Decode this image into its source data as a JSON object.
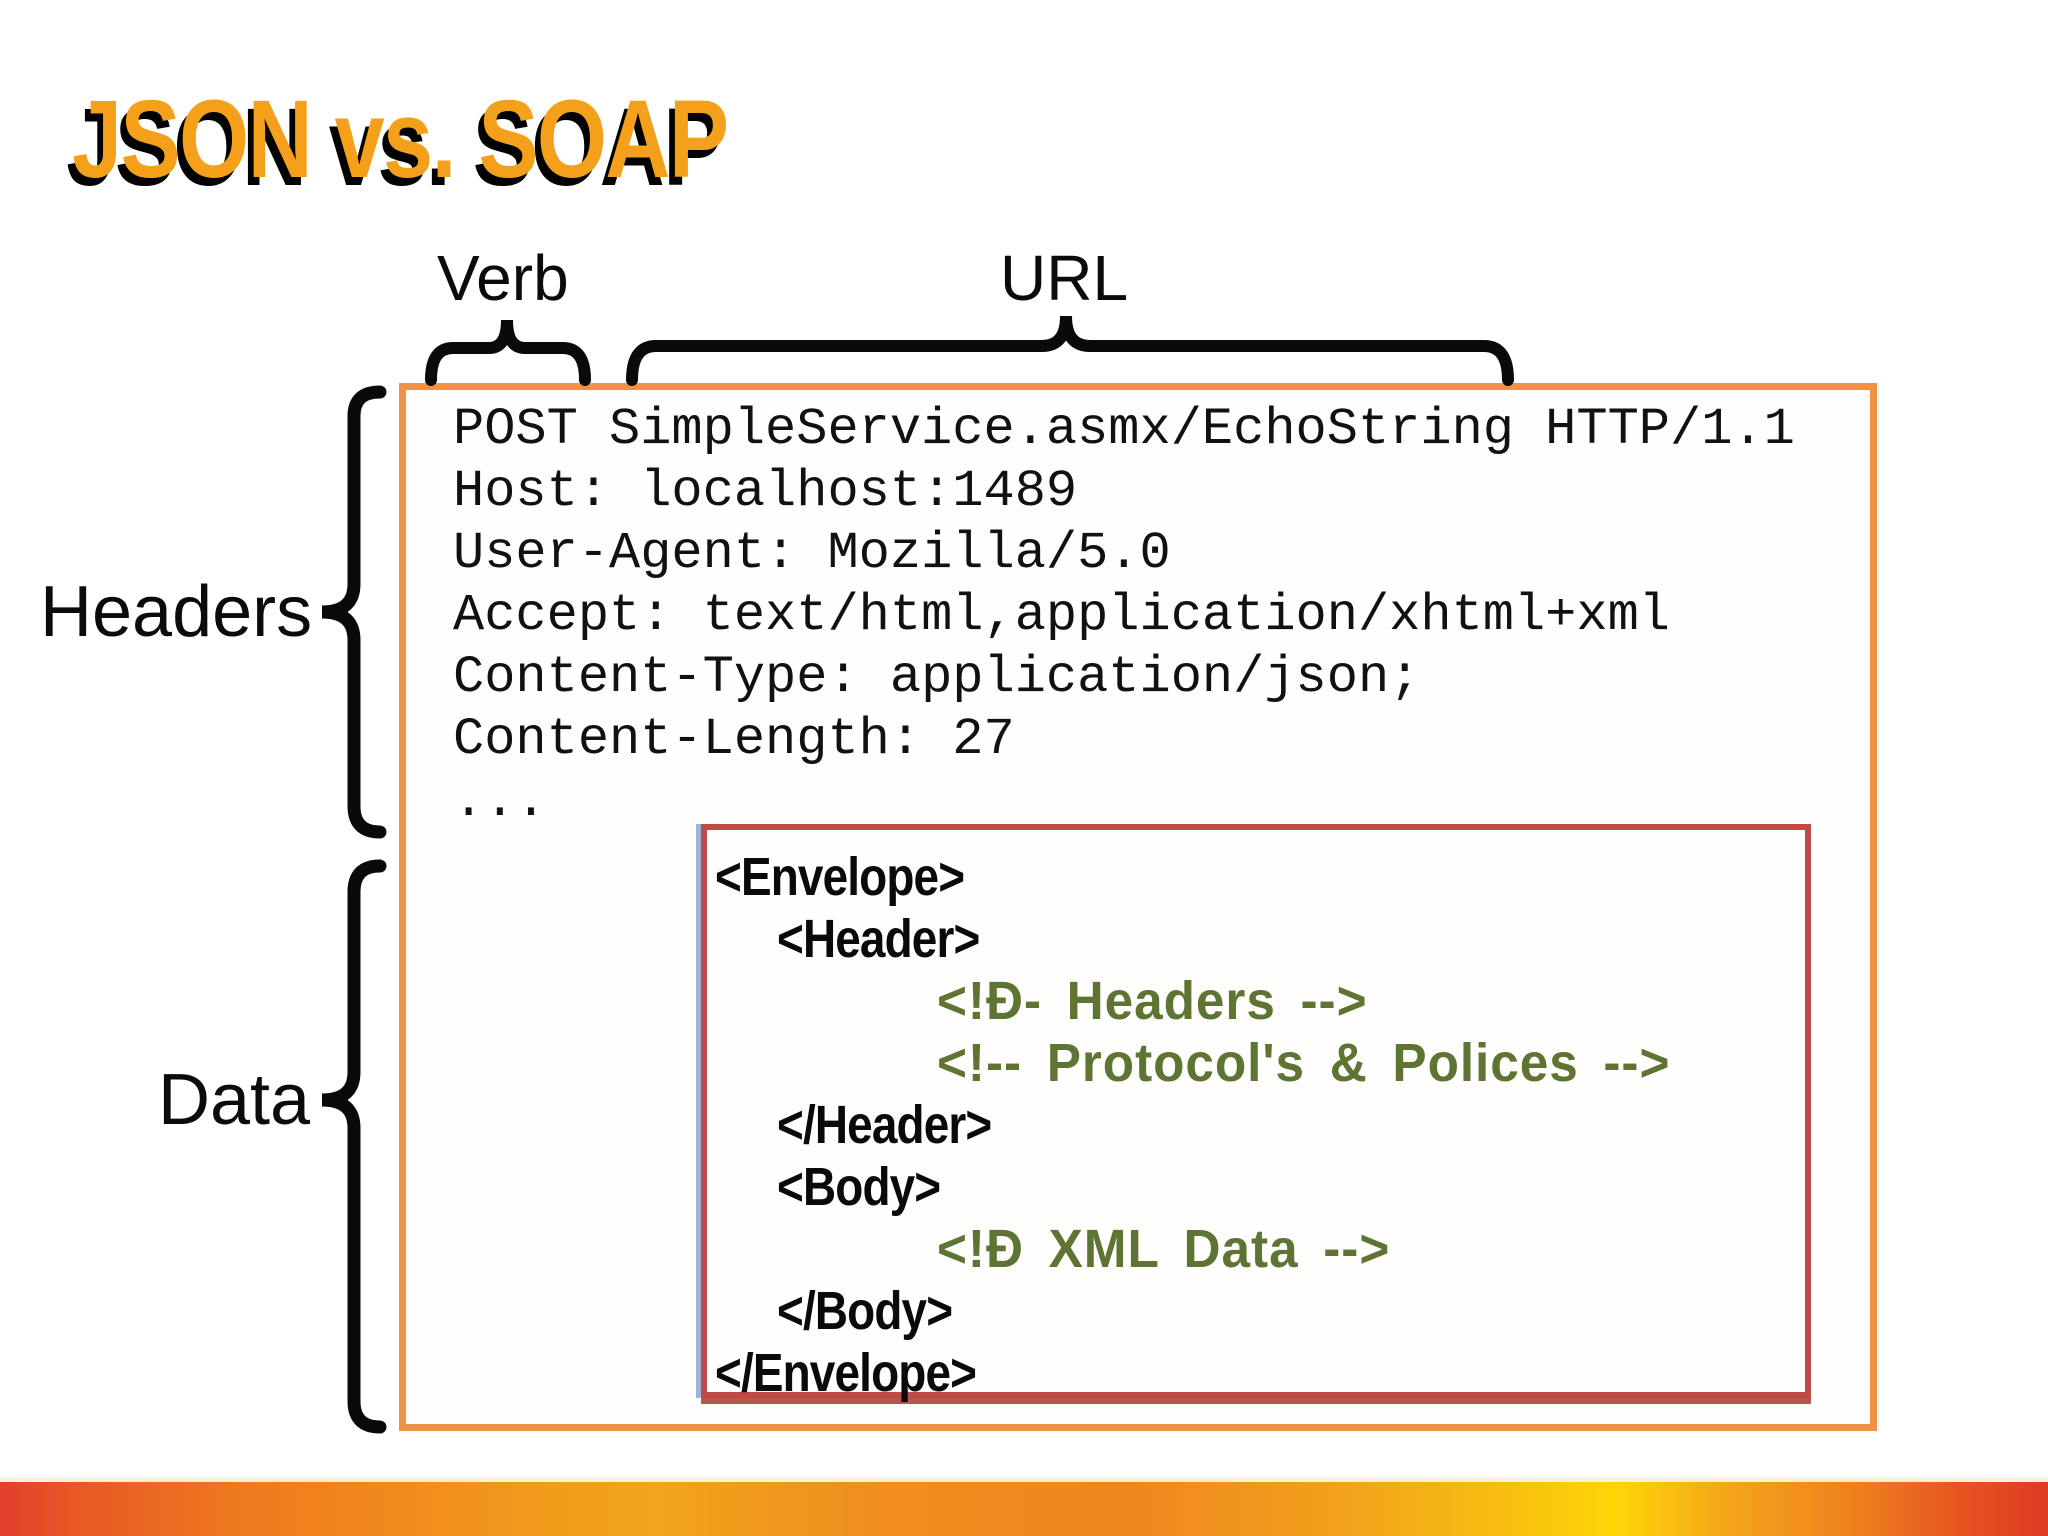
{
  "slide": {
    "title": "JSON vs. SOAP"
  },
  "annotations": {
    "verb_label": "Verb",
    "url_label": "URL",
    "headers_label": "Headers",
    "data_label": "Data"
  },
  "http_request": {
    "lines": [
      "POST SimpleService.asmx/EchoString HTTP/1.1",
      "Host: localhost:1489",
      "User-Agent: Mozilla/5.0",
      "Accept: text/html,application/xhtml+xml",
      "Content-Type: application/json;",
      "Content-Length: 27",
      "..."
    ]
  },
  "soap_envelope": {
    "lines": [
      {
        "text": "<Envelope>",
        "type": "tag",
        "indent": 0
      },
      {
        "text": "<Header>",
        "type": "tag",
        "indent": 1
      },
      {
        "text": "<!Ð- Headers -->",
        "type": "comment",
        "indent": 2
      },
      {
        "text": "<!-- Protocol's & Polices -->",
        "type": "comment",
        "indent": 2
      },
      {
        "text": "</Header>",
        "type": "tag",
        "indent": 1
      },
      {
        "text": "<Body>",
        "type": "tag",
        "indent": 1
      },
      {
        "text": "<!Ð XML Data -->",
        "type": "comment",
        "indent": 2
      },
      {
        "text": "</Body>",
        "type": "tag",
        "indent": 1
      },
      {
        "text": "</Envelope>",
        "type": "tag",
        "indent": 0
      }
    ]
  },
  "colors": {
    "title_orange": "#F5A01B",
    "title_shadow": "#000000",
    "request_box_border": "#EF9245",
    "envelope_box_border": "#BE4B48",
    "envelope_box_edge_blue": "#9CB7DB",
    "comment_green": "#5E7433",
    "text_black": "#0A0A0A",
    "bottom_bar_gradient": [
      "#E2402C",
      "#EF7A1E",
      "#F2A41B",
      "#EF861F",
      "#FFD608",
      "#EF7D1F",
      "#DF3A25"
    ]
  }
}
